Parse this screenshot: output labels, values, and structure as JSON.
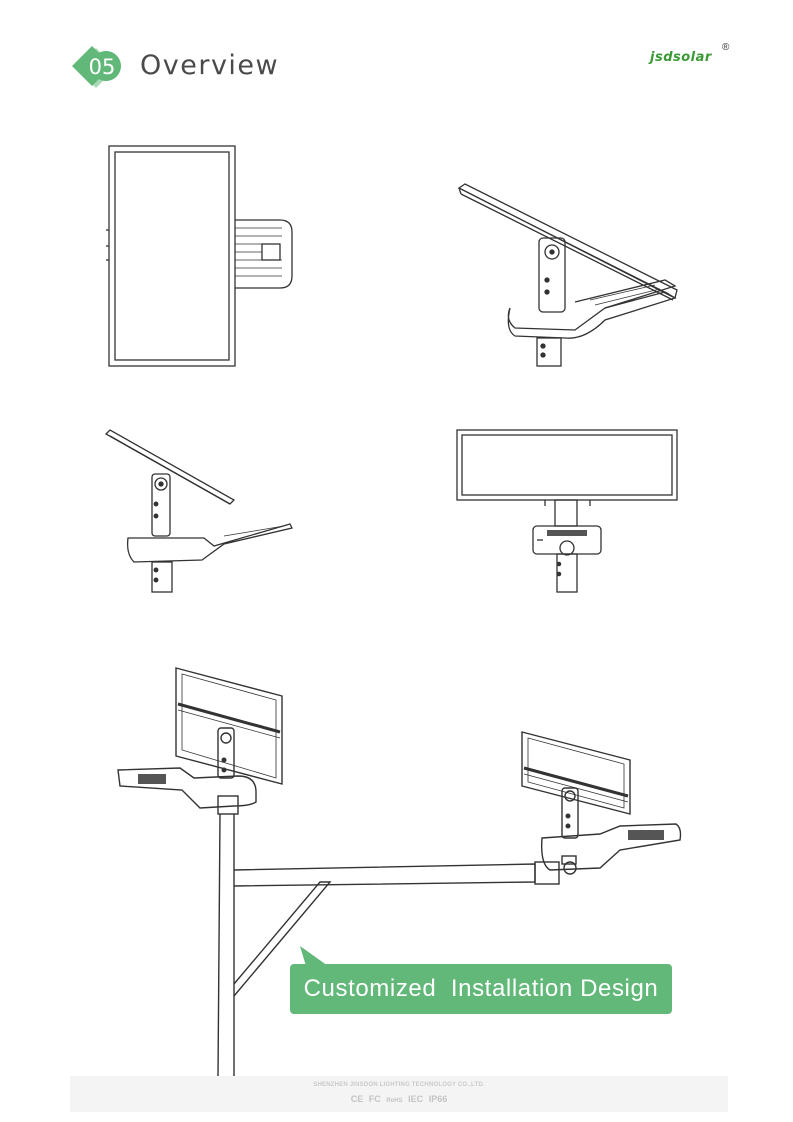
{
  "header": {
    "section_number": "05",
    "title": "Overview",
    "badge_color": "#62b879",
    "badge_shadow_color": "#a9d9b6"
  },
  "logo": {
    "text": "jsdsolar",
    "registered_mark": "®",
    "color": "#3a9a34"
  },
  "drawings": [
    {
      "name": "top-view",
      "icon": "street-light-top-view-drawing"
    },
    {
      "name": "perspective-view",
      "icon": "street-light-perspective-drawing"
    },
    {
      "name": "side-view",
      "icon": "street-light-side-drawing"
    },
    {
      "name": "front-view",
      "icon": "street-light-front-drawing"
    },
    {
      "name": "double-arm-installation",
      "icon": "double-arm-pole-installation-drawing"
    }
  ],
  "banner": {
    "text": "Customized  Installation Design",
    "background": "#62b879"
  },
  "footer": {
    "company": "SHENZHEN JINSDON LIGHTING TECHNOLOGY CO.,LTD.",
    "certifications": [
      "CE",
      "FC",
      "RoHS",
      "IEC",
      "IP66"
    ]
  }
}
